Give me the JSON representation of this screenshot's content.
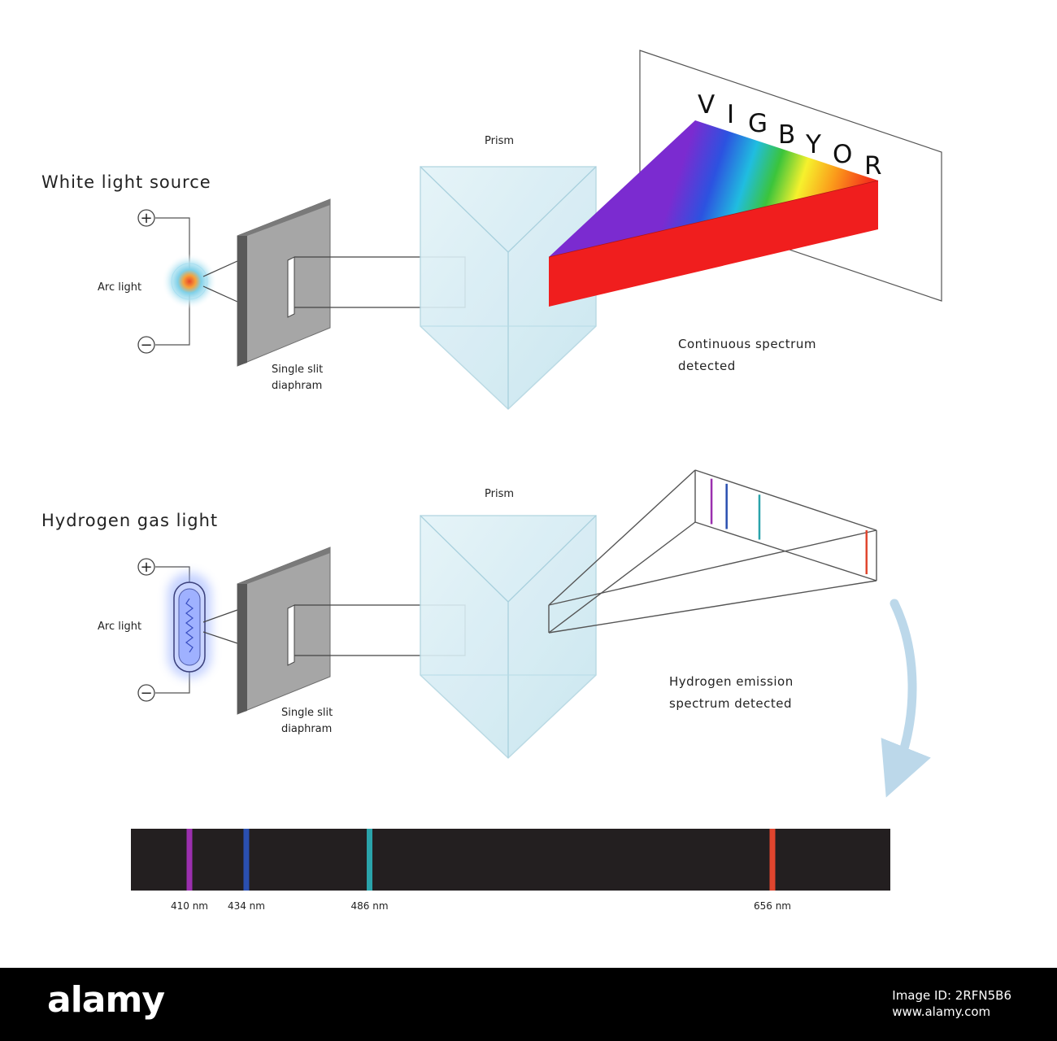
{
  "top": {
    "title": "White light source",
    "plus": "+",
    "minus": "−",
    "arc_label": "Arc light",
    "slit_label_1": "Single slit",
    "slit_label_2": "diaphram",
    "prism_label": "Prism",
    "spectrum_letters": [
      "V",
      "I",
      "G",
      "B",
      "Y",
      "O",
      "R"
    ],
    "result_1": "Continuous spectrum",
    "result_2": "detected"
  },
  "bottom": {
    "title": "Hydrogen gas light",
    "plus": "+",
    "minus": "−",
    "arc_label": "Arc light",
    "slit_label_1": "Single slit",
    "slit_label_2": "diaphram",
    "prism_label": "Prism",
    "result_1": "Hydrogen emission",
    "result_2": "spectrum detected"
  },
  "emission_lines": [
    {
      "label": "410 nm",
      "nm": 410,
      "color": "#9b2fae"
    },
    {
      "label": "434 nm",
      "nm": 434,
      "color": "#2a4fb0"
    },
    {
      "label": "486 nm",
      "nm": 486,
      "color": "#2aa3aa"
    },
    {
      "label": "656 nm",
      "nm": 656,
      "color": "#e0452e"
    }
  ],
  "colors": {
    "strip_bg": "#231f20",
    "prism_fill": "#d4ecf3",
    "slit_plate": "#a6a6a6",
    "arrow": "#bcd8ea"
  },
  "footer": {
    "logo": "alamy",
    "image_id_label": "Image ID: 2RFN5B6",
    "url": "www.alamy.com"
  }
}
